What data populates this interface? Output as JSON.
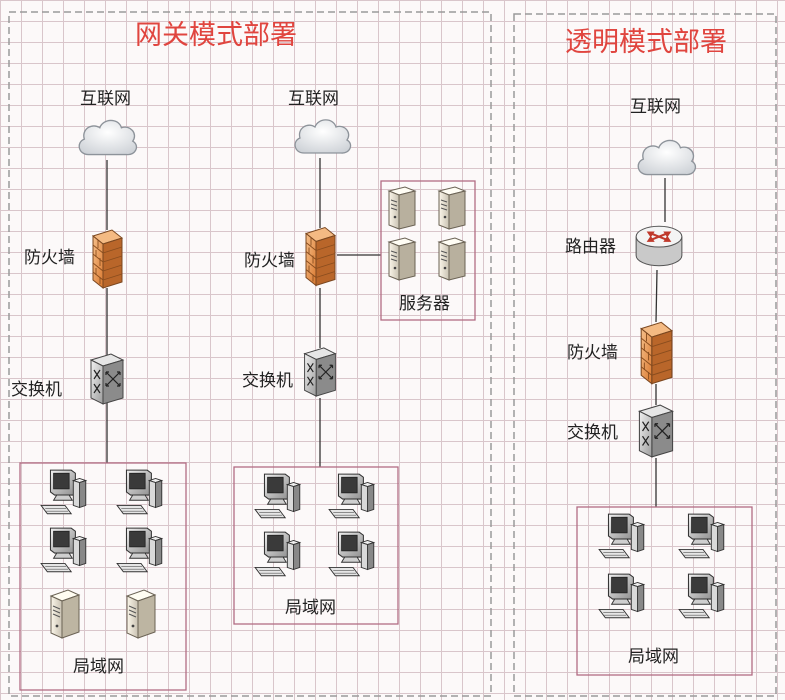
{
  "sections": {
    "gateway": {
      "title": "网关模式部署"
    },
    "transparent": {
      "title": "透明模式部署"
    }
  },
  "labels": {
    "internet": "互联网",
    "firewall": "防火墙",
    "switch": "交换机",
    "router": "路由器",
    "servers": "服务器",
    "lan": "局域网"
  },
  "icons": {
    "cloud": "cloud-icon",
    "firewall": "firewall-icon",
    "switch": "switch-icon",
    "router": "router-icon",
    "server": "server-icon",
    "pc": "pc-icon"
  },
  "colors": {
    "title": "#e0453f",
    "firewall": "#e8974a",
    "section_border": "#9a9a9a",
    "lan_box": "#b36c84",
    "line": "#333333"
  }
}
